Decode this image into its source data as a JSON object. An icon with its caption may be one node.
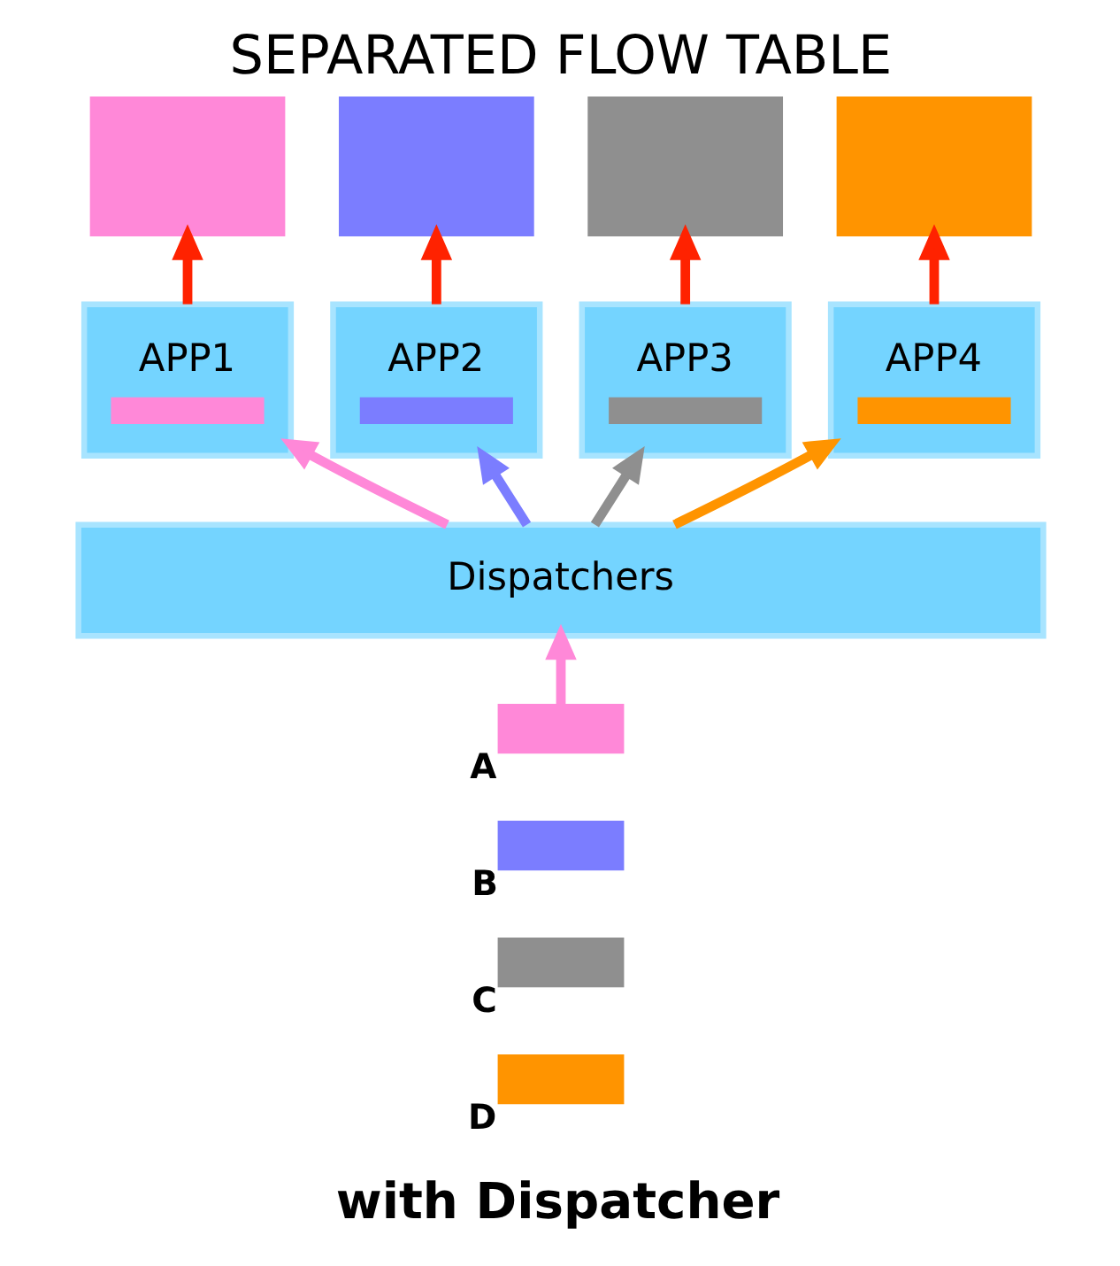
{
  "diagram": {
    "title": "SEPARATED FLOW TABLE",
    "nodes": [
      {
        "text": [],
        "shape": "box"
      },
      {
        "text": [],
        "shape": "box"
      },
      {
        "text": [],
        "shape": "box"
      },
      {
        "text": [],
        "shape": "box"
      },
      {
        "text": [
          "APP1"
        ]
      },
      {
        "text": [
          "APP2"
        ]
      },
      {
        "text": [
          "APP3"
        ]
      },
      {
        "text": [
          "APP4"
        ]
      },
      {
        "text": [
          "Dispatchers"
        ]
      },
      {
        "text": [],
        "shape": "bar",
        "beside": [
          "A"
        ]
      },
      {
        "text": [],
        "shape": "bar",
        "beside": [
          "B"
        ]
      },
      {
        "text": [],
        "shape": "bar",
        "beside": [
          "C"
        ]
      },
      {
        "text": [],
        "shape": "bar",
        "beside": [
          "D"
        ]
      }
    ],
    "edges": [
      {
        "from": 9,
        "to": 8,
        "arrow": "to",
        "color": "#ff88d8"
      },
      {
        "from": 8,
        "to": 4,
        "arrow": "to",
        "color": "#ff88d8"
      },
      {
        "from": 8,
        "to": 5,
        "arrow": "to",
        "color": "#7b7dff"
      },
      {
        "from": 8,
        "to": 6,
        "arrow": "to",
        "color": "#8f8f8f"
      },
      {
        "from": 8,
        "to": 7,
        "arrow": "to",
        "color": "#ff9400"
      },
      {
        "from": 4,
        "to": 0,
        "arrow": "to",
        "color": "#ff2200"
      },
      {
        "from": 5,
        "to": 1,
        "arrow": "to",
        "color": "#ff2200"
      },
      {
        "from": 6,
        "to": 2,
        "arrow": "to",
        "color": "#ff2200"
      },
      {
        "from": 7,
        "to": 3,
        "arrow": "to",
        "color": "#ff2200"
      }
    ],
    "labels": [
      "with Dispatcher"
    ]
  }
}
